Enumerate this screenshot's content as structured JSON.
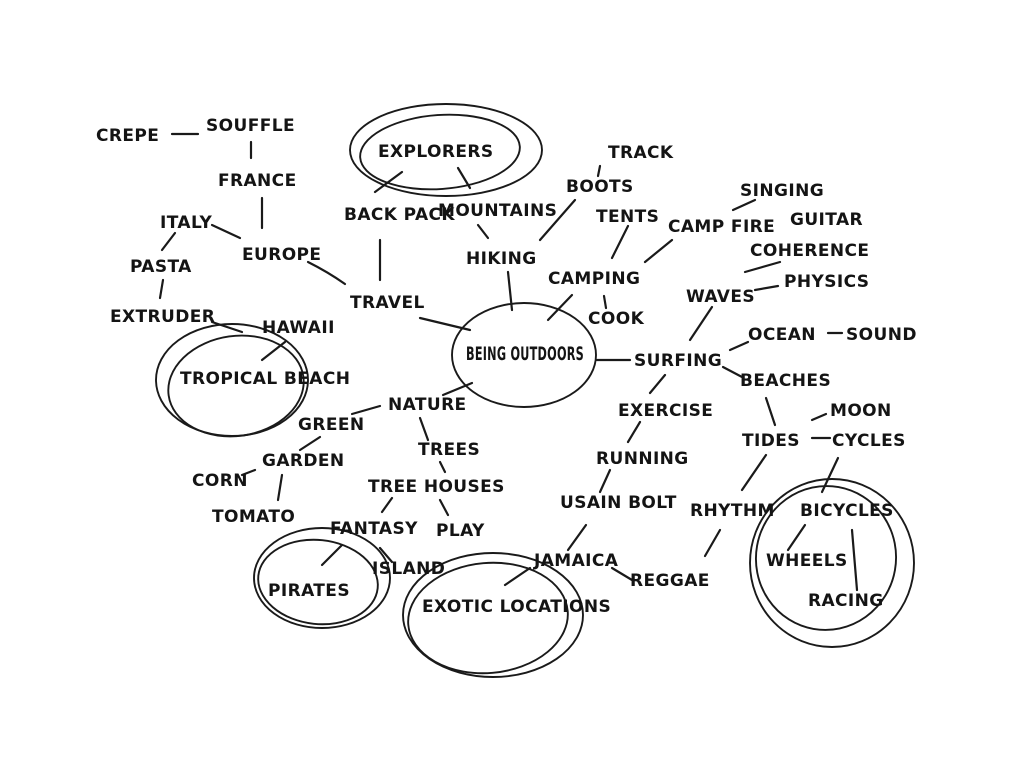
{
  "diagram": {
    "center": "BEING OUTDOORS",
    "nodes": {
      "crepe": "CREPE",
      "souffle": "SOUFFLE",
      "france": "FRANCE",
      "italy": "ITALY",
      "europe": "EUROPE",
      "pasta": "PASTA",
      "extruder": "EXTRUDER",
      "hawaii": "HAWAII",
      "tropical_beach": "TROPICAL BEACH",
      "explorers": "EXPLORERS",
      "back_pack": "BACK PACK",
      "mountains": "MOUNTAINS",
      "travel": "TRAVEL",
      "hiking": "HIKING",
      "track": "TRACK",
      "boots": "BOOTS",
      "tents": "TENTS",
      "camp_fire": "CAMP FIRE",
      "singing": "SINGING",
      "guitar": "GUITAR",
      "camping": "CAMPING",
      "cook": "COOK",
      "coherence": "COHERENCE",
      "physics": "PHYSICS",
      "waves": "WAVES",
      "ocean": "OCEAN",
      "sound": "SOUND",
      "surfing": "SURFING",
      "beaches": "BEACHES",
      "nature": "NATURE",
      "green": "GREEN",
      "garden": "GARDEN",
      "corn": "CORN",
      "tomato": "TOMATO",
      "trees": "TREES",
      "tree_houses": "TREE HOUSES",
      "fantasy": "FANTASY",
      "play": "PLAY",
      "pirates": "PIRATES",
      "island": "ISLAND",
      "exercise": "EXERCISE",
      "running": "RUNNING",
      "usain_bolt": "USAIN BOLT",
      "jamaica": "JAMAICA",
      "reggae": "REGGAE",
      "exotic_locations": "EXOTIC LOCATIONS",
      "moon": "MOON",
      "tides": "TIDES",
      "cycles": "CYCLES",
      "rhythm": "RHYTHM",
      "bicycles": "BICYCLES",
      "wheels": "WHEELS",
      "racing": "RACING"
    }
  }
}
